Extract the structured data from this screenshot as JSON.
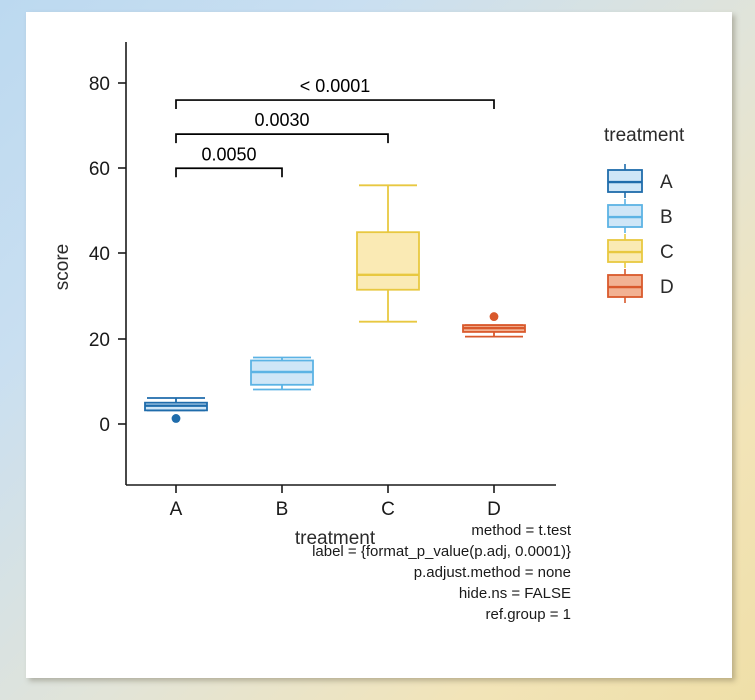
{
  "chart_data": {
    "type": "box",
    "title": "",
    "xlabel": "treatment",
    "ylabel": "score",
    "categories": [
      "A",
      "B",
      "C",
      "D"
    ],
    "ylim": [
      -3,
      88
    ],
    "yticks": [
      0,
      20,
      40,
      60,
      80
    ],
    "ytick_labels": [
      "0",
      "20",
      "40",
      "60",
      "80"
    ],
    "grid": false,
    "legend": {
      "title": "treatment",
      "position": "right",
      "entries": [
        {
          "label": "A",
          "color": "#1f6cab",
          "fill": "#cfe6f7"
        },
        {
          "label": "B",
          "color": "#5cb3e4",
          "fill": "#cfe6f7"
        },
        {
          "label": "C",
          "color": "#e8c840",
          "fill": "#faeab4"
        },
        {
          "label": "D",
          "color": "#d9592c",
          "fill": "#f2b293"
        }
      ]
    },
    "boxes": [
      {
        "category": "A",
        "color": "#1f6cab",
        "fill": "#cfe6f7",
        "whisker_low": 3.2,
        "q1": 3.2,
        "median": 4.3,
        "q3": 5.0,
        "whisker_high": 6.1,
        "outliers": [
          1.3
        ]
      },
      {
        "category": "B",
        "color": "#5cb3e4",
        "fill": "#cfe6f7",
        "whisker_low": 8.1,
        "q1": 9.2,
        "median": 12.2,
        "q3": 14.9,
        "whisker_high": 15.6,
        "outliers": []
      },
      {
        "category": "C",
        "color": "#e8c840",
        "fill": "#faeab4",
        "whisker_low": 24.0,
        "q1": 31.5,
        "median": 35.0,
        "q3": 45.0,
        "whisker_high": 56.0,
        "outliers": []
      },
      {
        "category": "D",
        "color": "#d9592c",
        "fill": "#f2b293",
        "whisker_low": 20.5,
        "q1": 21.6,
        "median": 22.5,
        "q3": 23.2,
        "whisker_high": 23.2,
        "outliers": [
          25.2
        ]
      }
    ],
    "annotations": [
      {
        "label": "0.0050",
        "group1": "A",
        "group2": "B",
        "y": 60.0
      },
      {
        "label": "0.0030",
        "group1": "A",
        "group2": "C",
        "y": 68.0
      },
      {
        "label": "< 0.0001",
        "group1": "A",
        "group2": "D",
        "y": 76.0
      }
    ]
  },
  "caption": {
    "lines": [
      "method = t.test",
      "label = {format_p_value(p.adj, 0.0001)}",
      "p.adjust.method = none",
      "hide.ns = FALSE",
      "ref.group = 1"
    ]
  }
}
